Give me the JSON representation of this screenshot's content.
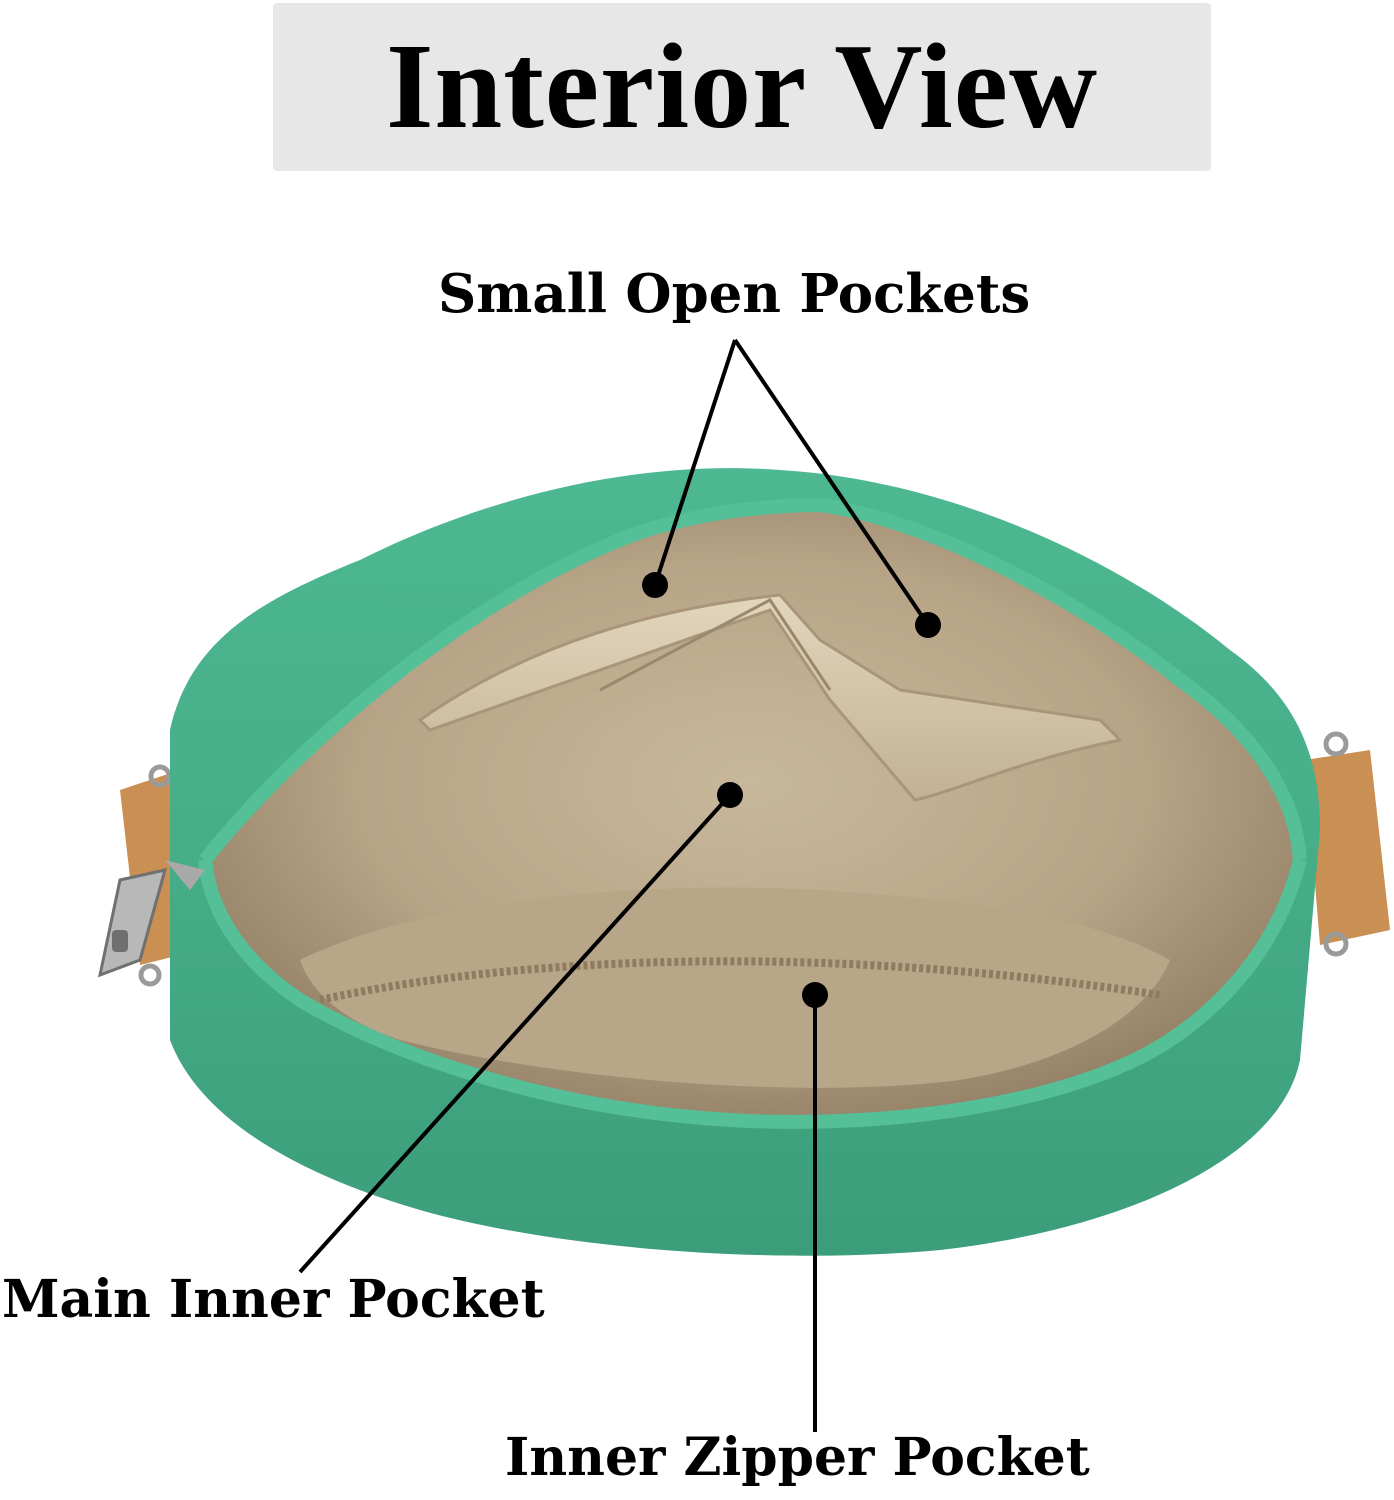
{
  "title": "Interior View",
  "callouts": {
    "small_open_pockets": "Small Open Pockets",
    "main_inner_pocket": "Main Inner Pocket",
    "inner_zipper_pocket": "Inner Zipper Pocket"
  },
  "colors": {
    "title_background": "#e7e7e7",
    "bag_green": "#4cb58e",
    "bag_green_dark": "#3f9f7c",
    "lining_khaki": "#c9b89a",
    "lining_dark": "#a8957a",
    "strap_tan": "#c98f53",
    "zipper_tape": "#52bb93",
    "callout_line": "#000000"
  }
}
